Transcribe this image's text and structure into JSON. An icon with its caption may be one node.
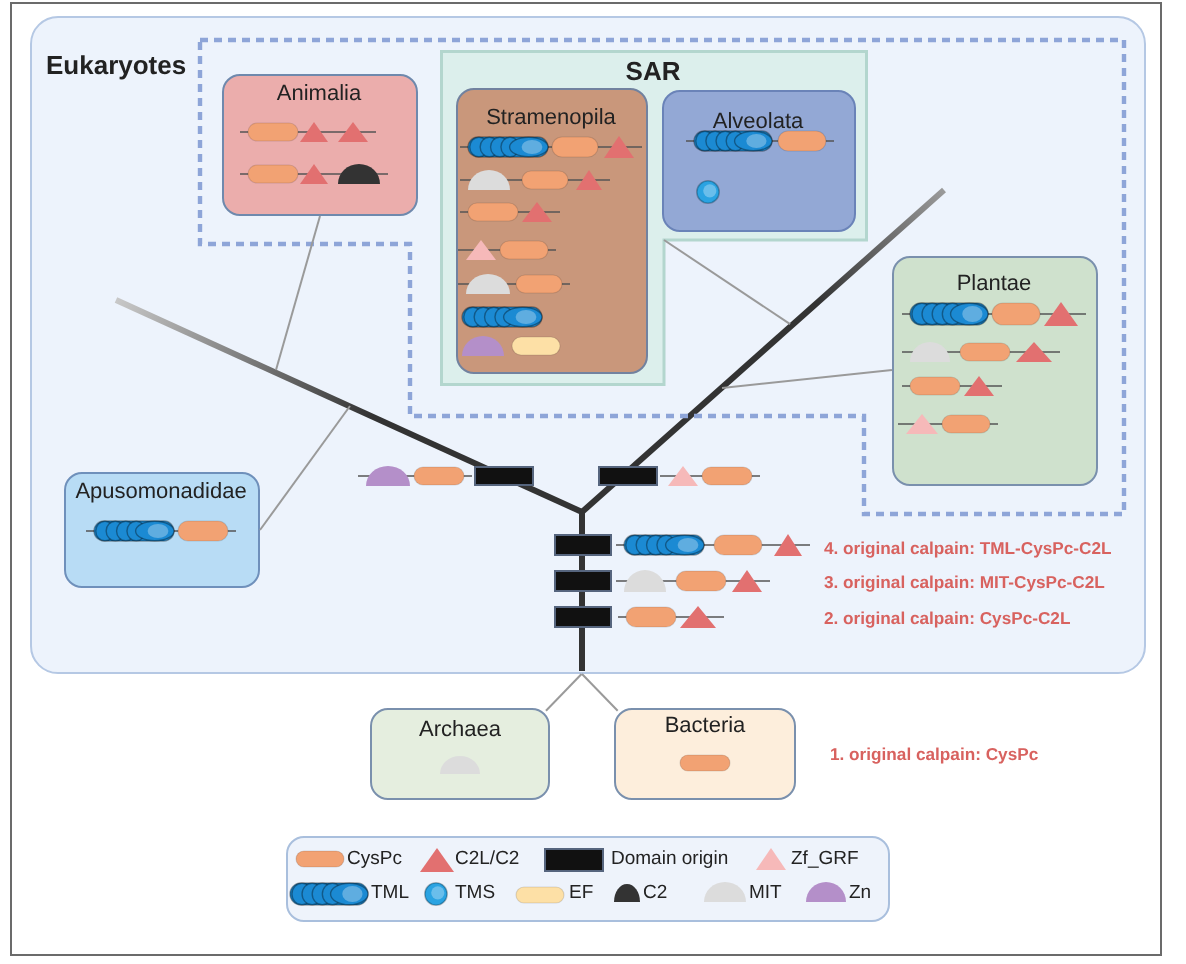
{
  "diagram": {
    "nodes": [
      {
        "text": [
          "Eukaryotes"
        ]
      },
      {
        "text": [
          "Animalia"
        ],
        "in": 0
      },
      {
        "text": [
          "SAR"
        ],
        "in": 0
      },
      {
        "text": [
          "Stramenopila"
        ],
        "in": 2
      },
      {
        "text": [
          "Alveolata"
        ],
        "in": 2
      },
      {
        "text": [
          "Plantae"
        ],
        "in": 0
      },
      {
        "text": [
          "Apusomonadidae"
        ],
        "in": 0
      },
      {
        "text": [
          "Archaea"
        ]
      },
      {
        "text": [
          "Bacteria"
        ]
      }
    ],
    "edges": [
      {
        "from": 1,
        "to": null,
        "arrow": "none"
      },
      {
        "from": 2,
        "to": null,
        "arrow": "none"
      },
      {
        "from": 5,
        "to": null,
        "arrow": "none"
      },
      {
        "from": 6,
        "to": null,
        "arrow": "none"
      },
      {
        "from": 7,
        "to": 0,
        "arrow": "none"
      },
      {
        "from": 8,
        "to": 0,
        "arrow": "none"
      }
    ],
    "labels": [
      "4. original calpain: TML-CysPc-C2L",
      "3. original calpain: MIT-CysPc-C2L",
      "2. original calpain: CysPc-C2L",
      "1. original calpain: CysPc"
    ],
    "legend": [
      {
        "text": "CysPc",
        "color": "#f2a273"
      },
      {
        "text": "C2L/C2",
        "color": "#e27070"
      },
      {
        "text": "Domain origin",
        "color": "#111111"
      },
      {
        "text": "Zf_GRF",
        "color": "#f6b9b9"
      },
      {
        "text": "TML",
        "color": "#1b8ad3"
      },
      {
        "text": "TMS",
        "color": "#2aa3e2"
      },
      {
        "text": "EF",
        "color": "#fde0a6"
      },
      {
        "text": "C2",
        "color": "#333333"
      },
      {
        "text": "MIT",
        "color": "#dcdcdc"
      },
      {
        "text": "Zn",
        "color": "#b48fc9"
      }
    ]
  }
}
